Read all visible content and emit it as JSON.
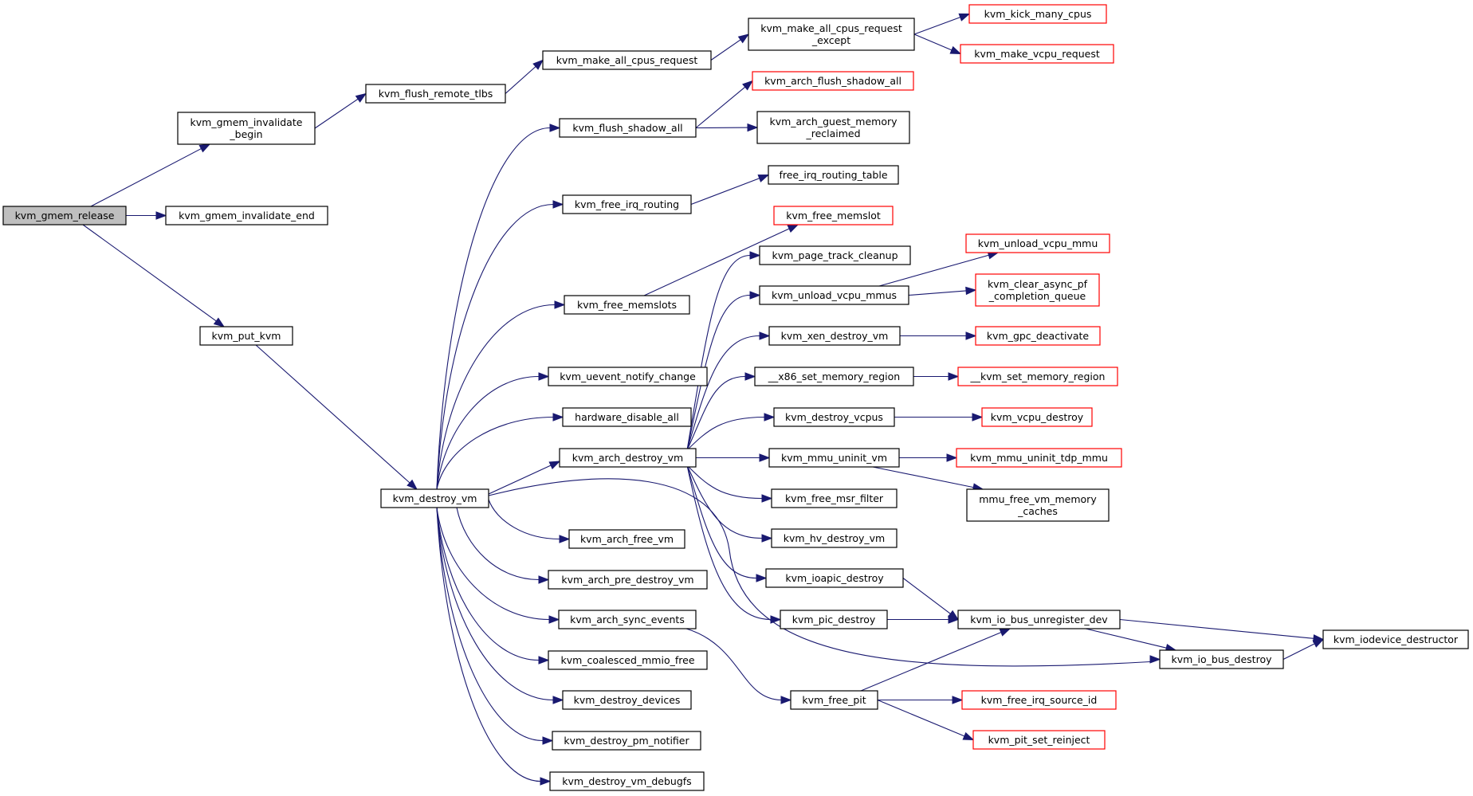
{
  "diagram": {
    "colors": {
      "edge": "#191970",
      "truncated_border": "#ff0000",
      "normal_border": "#000000",
      "root_fill": "#bfbfbf"
    },
    "nodes": [
      {
        "id": "release",
        "lines": [
          "kvm_gmem_release"
        ],
        "root": true
      },
      {
        "id": "inv_begin",
        "lines": [
          "kvm_gmem_invalidate",
          "_begin"
        ]
      },
      {
        "id": "inv_end",
        "lines": [
          "kvm_gmem_invalidate_end"
        ]
      },
      {
        "id": "put_kvm",
        "lines": [
          "kvm_put_kvm"
        ]
      },
      {
        "id": "flush_tlbs",
        "lines": [
          "kvm_flush_remote_tlbs"
        ]
      },
      {
        "id": "make_all",
        "lines": [
          "kvm_make_all_cpus_request"
        ]
      },
      {
        "id": "make_all_except",
        "lines": [
          "kvm_make_all_cpus_request",
          "_except"
        ]
      },
      {
        "id": "kick_many",
        "lines": [
          "kvm_kick_many_cpus"
        ],
        "truncated": true
      },
      {
        "id": "make_vcpu_req",
        "lines": [
          "kvm_make_vcpu_request"
        ],
        "truncated": true
      },
      {
        "id": "destroy_vm",
        "lines": [
          "kvm_destroy_vm"
        ]
      },
      {
        "id": "flush_shadow",
        "lines": [
          "kvm_flush_shadow_all"
        ]
      },
      {
        "id": "arch_flush_shadow",
        "lines": [
          "kvm_arch_flush_shadow_all"
        ],
        "truncated": true
      },
      {
        "id": "arch_guest_mem",
        "lines": [
          "kvm_arch_guest_memory",
          "_reclaimed"
        ]
      },
      {
        "id": "free_irq_routing",
        "lines": [
          "kvm_free_irq_routing"
        ]
      },
      {
        "id": "free_irq_table",
        "lines": [
          "free_irq_routing_table"
        ]
      },
      {
        "id": "free_memslots",
        "lines": [
          "kvm_free_memslots"
        ]
      },
      {
        "id": "free_memslot",
        "lines": [
          "kvm_free_memslot"
        ],
        "truncated": true
      },
      {
        "id": "uevent",
        "lines": [
          "kvm_uevent_notify_change"
        ]
      },
      {
        "id": "hw_disable",
        "lines": [
          "hardware_disable_all"
        ]
      },
      {
        "id": "arch_destroy_vm",
        "lines": [
          "kvm_arch_destroy_vm"
        ]
      },
      {
        "id": "page_track",
        "lines": [
          "kvm_page_track_cleanup"
        ]
      },
      {
        "id": "unload_mmus",
        "lines": [
          "kvm_unload_vcpu_mmus"
        ]
      },
      {
        "id": "unload_mmu",
        "lines": [
          "kvm_unload_vcpu_mmu"
        ],
        "truncated": true
      },
      {
        "id": "clear_async",
        "lines": [
          "kvm_clear_async_pf",
          "_completion_queue"
        ],
        "truncated": true
      },
      {
        "id": "xen_destroy",
        "lines": [
          "kvm_xen_destroy_vm"
        ]
      },
      {
        "id": "gpc_deactivate",
        "lines": [
          "kvm_gpc_deactivate"
        ],
        "truncated": true
      },
      {
        "id": "x86_set_mem",
        "lines": [
          "__x86_set_memory_region"
        ]
      },
      {
        "id": "kvm_set_mem",
        "lines": [
          "__kvm_set_memory_region"
        ],
        "truncated": true
      },
      {
        "id": "destroy_vcpus",
        "lines": [
          "kvm_destroy_vcpus"
        ]
      },
      {
        "id": "vcpu_destroy",
        "lines": [
          "kvm_vcpu_destroy"
        ],
        "truncated": true
      },
      {
        "id": "mmu_uninit",
        "lines": [
          "kvm_mmu_uninit_vm"
        ]
      },
      {
        "id": "mmu_uninit_tdp",
        "lines": [
          "kvm_mmu_uninit_tdp_mmu"
        ],
        "truncated": true
      },
      {
        "id": "mmu_free_caches",
        "lines": [
          "mmu_free_vm_memory",
          "_caches"
        ]
      },
      {
        "id": "free_msr",
        "lines": [
          "kvm_free_msr_filter"
        ]
      },
      {
        "id": "hv_destroy",
        "lines": [
          "kvm_hv_destroy_vm"
        ]
      },
      {
        "id": "ioapic_destroy",
        "lines": [
          "kvm_ioapic_destroy"
        ]
      },
      {
        "id": "pic_destroy",
        "lines": [
          "kvm_pic_destroy"
        ]
      },
      {
        "id": "io_bus_unreg",
        "lines": [
          "kvm_io_bus_unregister_dev"
        ]
      },
      {
        "id": "iodevice_destructor",
        "lines": [
          "kvm_iodevice_destructor"
        ]
      },
      {
        "id": "io_bus_destroy",
        "lines": [
          "kvm_io_bus_destroy"
        ]
      },
      {
        "id": "arch_free_vm",
        "lines": [
          "kvm_arch_free_vm"
        ]
      },
      {
        "id": "arch_pre_destroy",
        "lines": [
          "kvm_arch_pre_destroy_vm"
        ]
      },
      {
        "id": "arch_sync_events",
        "lines": [
          "kvm_arch_sync_events"
        ]
      },
      {
        "id": "free_pit",
        "lines": [
          "kvm_free_pit"
        ]
      },
      {
        "id": "free_irq_source",
        "lines": [
          "kvm_free_irq_source_id"
        ],
        "truncated": true
      },
      {
        "id": "pit_reinject",
        "lines": [
          "kvm_pit_set_reinject"
        ],
        "truncated": true
      },
      {
        "id": "coalesced",
        "lines": [
          "kvm_coalesced_mmio_free"
        ]
      },
      {
        "id": "destroy_devices",
        "lines": [
          "kvm_destroy_devices"
        ]
      },
      {
        "id": "destroy_pm",
        "lines": [
          "kvm_destroy_pm_notifier"
        ]
      },
      {
        "id": "destroy_debugfs",
        "lines": [
          "kvm_destroy_vm_debugfs"
        ]
      }
    ],
    "edges": [
      [
        "release",
        "inv_begin"
      ],
      [
        "release",
        "inv_end"
      ],
      [
        "release",
        "put_kvm"
      ],
      [
        "inv_begin",
        "flush_tlbs"
      ],
      [
        "flush_tlbs",
        "make_all"
      ],
      [
        "make_all",
        "make_all_except"
      ],
      [
        "make_all_except",
        "kick_many"
      ],
      [
        "make_all_except",
        "make_vcpu_req"
      ],
      [
        "put_kvm",
        "destroy_vm"
      ],
      [
        "destroy_vm",
        "flush_shadow"
      ],
      [
        "destroy_vm",
        "free_irq_routing"
      ],
      [
        "destroy_vm",
        "free_memslots"
      ],
      [
        "destroy_vm",
        "uevent"
      ],
      [
        "destroy_vm",
        "hw_disable"
      ],
      [
        "destroy_vm",
        "arch_destroy_vm"
      ],
      [
        "destroy_vm",
        "io_bus_destroy"
      ],
      [
        "destroy_vm",
        "arch_free_vm"
      ],
      [
        "destroy_vm",
        "arch_pre_destroy"
      ],
      [
        "destroy_vm",
        "arch_sync_events"
      ],
      [
        "destroy_vm",
        "coalesced"
      ],
      [
        "destroy_vm",
        "destroy_devices"
      ],
      [
        "destroy_vm",
        "destroy_pm"
      ],
      [
        "destroy_vm",
        "destroy_debugfs"
      ],
      [
        "flush_shadow",
        "arch_flush_shadow"
      ],
      [
        "flush_shadow",
        "arch_guest_mem"
      ],
      [
        "free_irq_routing",
        "free_irq_table"
      ],
      [
        "free_memslots",
        "free_memslot"
      ],
      [
        "arch_destroy_vm",
        "page_track"
      ],
      [
        "arch_destroy_vm",
        "unload_mmus"
      ],
      [
        "arch_destroy_vm",
        "xen_destroy"
      ],
      [
        "arch_destroy_vm",
        "x86_set_mem"
      ],
      [
        "arch_destroy_vm",
        "destroy_vcpus"
      ],
      [
        "arch_destroy_vm",
        "mmu_uninit"
      ],
      [
        "arch_destroy_vm",
        "free_msr"
      ],
      [
        "arch_destroy_vm",
        "hv_destroy"
      ],
      [
        "arch_destroy_vm",
        "ioapic_destroy"
      ],
      [
        "arch_destroy_vm",
        "pic_destroy"
      ],
      [
        "unload_mmus",
        "unload_mmu"
      ],
      [
        "unload_mmus",
        "clear_async"
      ],
      [
        "xen_destroy",
        "gpc_deactivate"
      ],
      [
        "x86_set_mem",
        "kvm_set_mem"
      ],
      [
        "destroy_vcpus",
        "vcpu_destroy"
      ],
      [
        "mmu_uninit",
        "mmu_uninit_tdp"
      ],
      [
        "mmu_uninit",
        "mmu_free_caches"
      ],
      [
        "ioapic_destroy",
        "io_bus_unreg"
      ],
      [
        "pic_destroy",
        "io_bus_unreg"
      ],
      [
        "io_bus_unreg",
        "iodevice_destructor"
      ],
      [
        "io_bus_unreg",
        "io_bus_destroy"
      ],
      [
        "io_bus_destroy",
        "iodevice_destructor"
      ],
      [
        "arch_sync_events",
        "free_pit"
      ],
      [
        "free_pit",
        "io_bus_unreg"
      ],
      [
        "free_pit",
        "free_irq_source"
      ],
      [
        "free_pit",
        "pit_reinject"
      ]
    ]
  }
}
